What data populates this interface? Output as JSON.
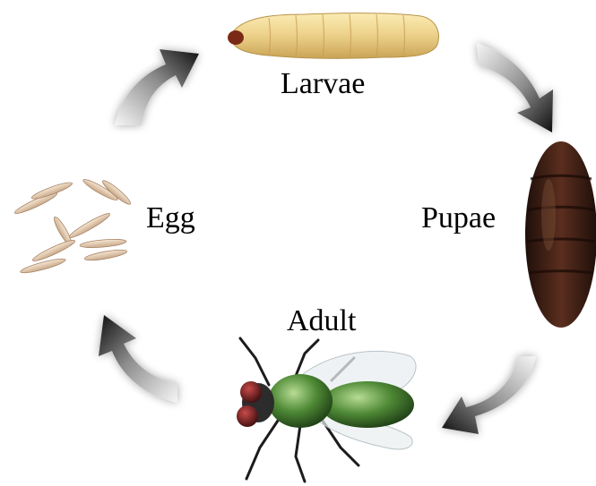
{
  "stages": [
    {
      "key": "larvae",
      "label": "Larvae"
    },
    {
      "key": "pupae",
      "label": "Pupae"
    },
    {
      "key": "adult",
      "label": "Adult"
    },
    {
      "key": "egg",
      "label": "Egg"
    }
  ],
  "colors": {
    "background": "#ffffff",
    "label": "#000000",
    "arrow_dark": "#111111",
    "arrow_light": "#f4f4f4",
    "larva": "#f1d891",
    "larva_head": "#7a2a14",
    "pupa": "#3a1e14",
    "fly_body": "#4f8a36",
    "fly_eye": "#7a1d1d",
    "egg": "#e8d2bb"
  }
}
